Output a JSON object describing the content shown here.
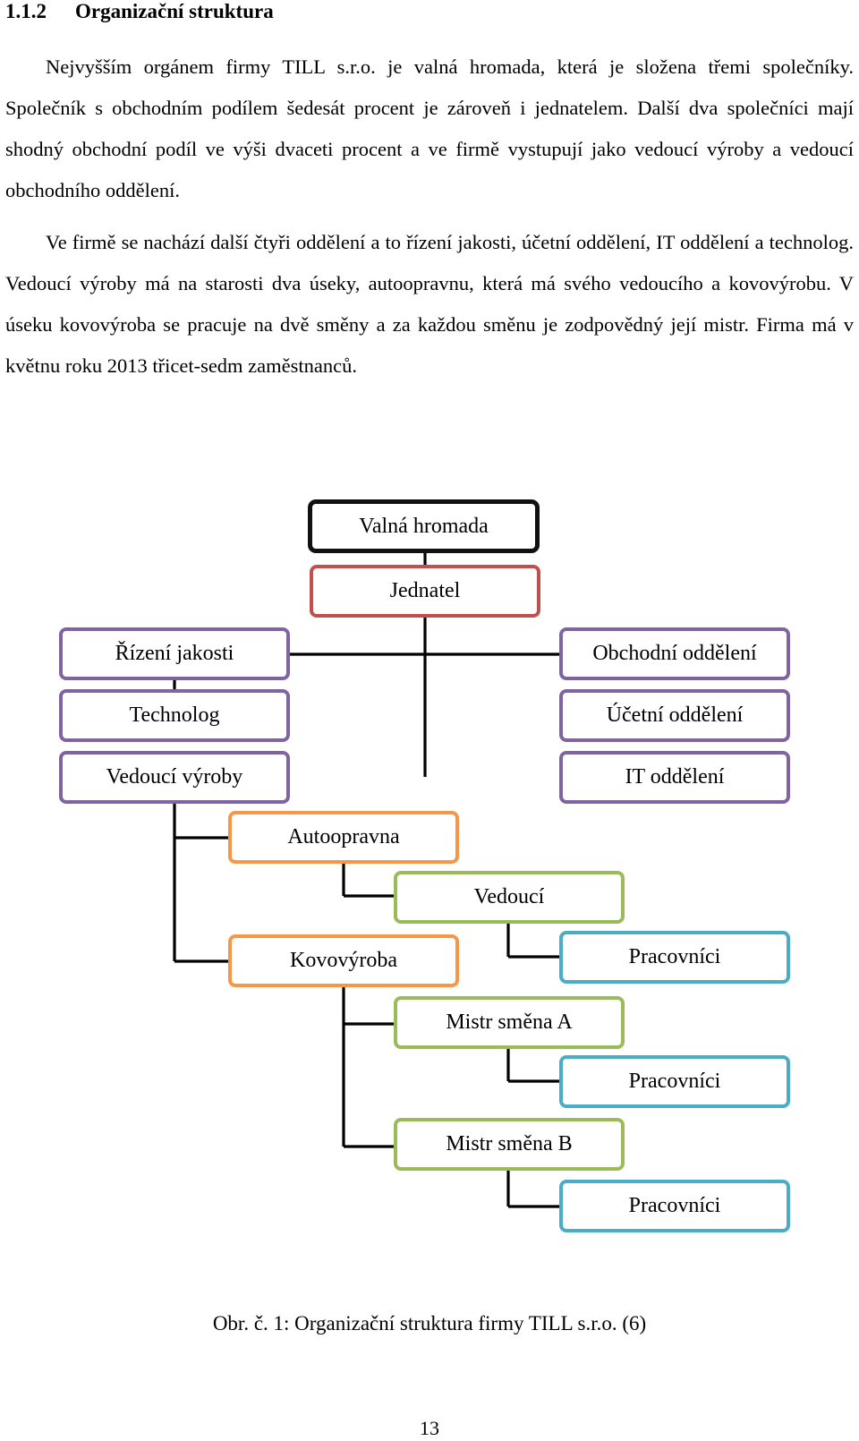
{
  "heading": {
    "number": "1.1.2",
    "title": "Organizační struktura"
  },
  "paragraphs": [
    "Nejvyšším orgánem firmy TILL s.r.o. je valná hromada, která je složena třemi společníky. Společník s obchodním podílem šedesát procent je zároveň i jednatelem. Další dva společníci mají shodný obchodní podíl ve výši dvaceti procent a ve firmě vystupují jako vedoucí výroby a vedoucí obchodního oddělení.",
    "Ve firmě se nachází další čtyři oddělení a to řízení jakosti, účetní oddělení, IT oddělení a technolog. Vedoucí výroby má na starosti dva úseky, autoopravnu, která má svého vedoucího a kovovýrobu. V úseku kovovýroba se pracuje na dvě směny a za každou směnu je zodpovědný její mistr. Firma má v květnu roku 2013 třicet-sedm zaměstnanců."
  ],
  "org_chart": {
    "valna_hromada": "Valná hromada",
    "jednatel": "Jednatel",
    "rizeni_jakosti": "Řízení jakosti",
    "technolog": "Technolog",
    "vedouci_vyroby": "Vedoucí výroby",
    "obchodni_oddeleni": "Obchodní oddělení",
    "ucetni_oddeleni": "Účetní oddělení",
    "it_oddeleni": "IT oddělení",
    "autoopravna": "Autoopravna",
    "vedouci": "Vedoucí",
    "pracovnici_1": "Pracovníci",
    "kovovyroba": "Kovovýroba",
    "mistr_a": "Mistr směna A",
    "pracovnici_2": "Pracovníci",
    "mistr_b": "Mistr směna B",
    "pracovnici_3": "Pracovníci"
  },
  "colors": {
    "top_level": "#111111",
    "director": "#c0504d",
    "departments": "#8064a2",
    "sections": "#f79646",
    "leads": "#9bbb59",
    "workers": "#4bacc6"
  },
  "caption": "Obr. č. 1: Organizační struktura firmy TILL s.r.o. (6)",
  "page_number": "13"
}
